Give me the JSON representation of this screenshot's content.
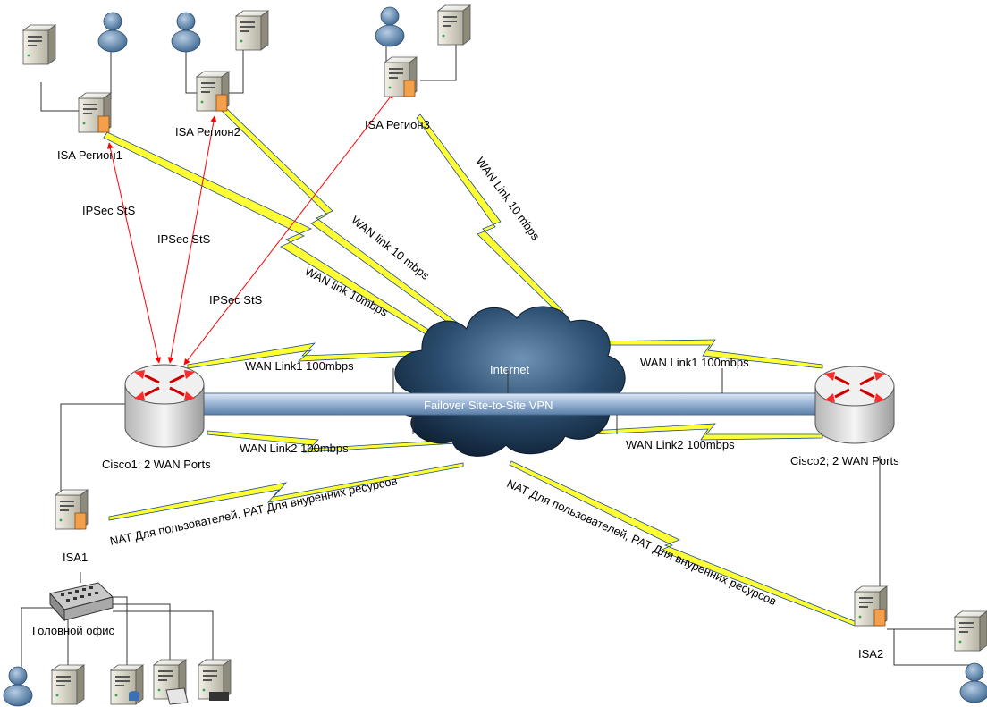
{
  "nodes": {
    "isa_region1": "ISA Регион1",
    "isa_region2": "ISA Регион2",
    "isa_region3": "ISA Регион3",
    "cisco1": "Cisco1; 2 WAN Ports",
    "cisco2": "Cisco2; 2 WAN Ports",
    "isa1": "ISA1",
    "isa2": "ISA2",
    "head_office": "Головной офис",
    "internet": "Internet"
  },
  "links": {
    "ipsec1": "IPSec StS",
    "ipsec2": "IPSec StS",
    "ipsec3": "IPSec StS",
    "wan_r1": "WAN link 10mbps",
    "wan_r2": "WAN link 10 mbps",
    "wan_r3": "WAN Link 10 mbps",
    "c1_wan1": "WAN Link1 100mbps",
    "c1_wan2": "WAN Link2 100mbps",
    "c2_wan1": "WAN Link1 100mbps",
    "c2_wan2": "WAN Link2 100mbps",
    "vpn": "Failover Site-to-Site VPN",
    "nat_left": "NAT Для пользователей, PAT Для внуренних ресурсов",
    "nat_right": "NAT Для пользователей, PAT Для внуренних ресурсов"
  },
  "colors": {
    "lightning": "#ffff33",
    "ipsec": "#ff0000",
    "cloud": "#1d3a57",
    "vpn_tube": "#a9c1dc"
  }
}
